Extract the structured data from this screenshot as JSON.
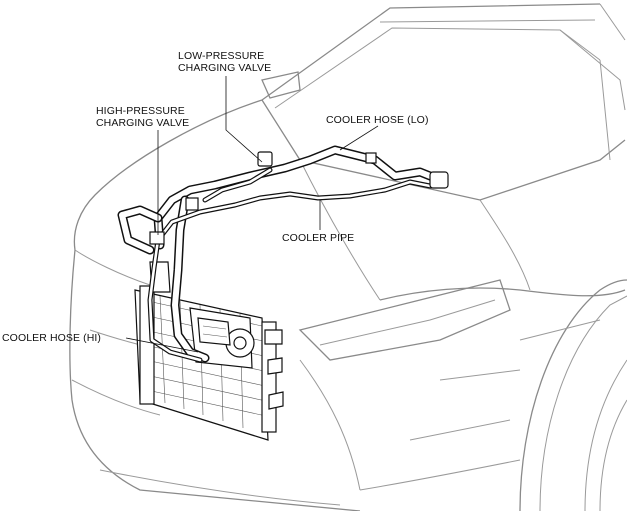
{
  "labels": {
    "low_pressure_valve": [
      "LOW-PRESSURE",
      "CHARGING VALVE"
    ],
    "high_pressure_valve": [
      "HIGH-PRESSURE",
      "CHARGING VALVE"
    ],
    "cooler_hose_lo": "COOLER HOSE (LO)",
    "cooler_pipe": "COOLER PIPE",
    "cooler_hose_hi": "COOLER HOSE (HI)"
  },
  "colors": {
    "line_art": "#111111",
    "car_body": "#9a9a9a",
    "background": "#ffffff"
  }
}
